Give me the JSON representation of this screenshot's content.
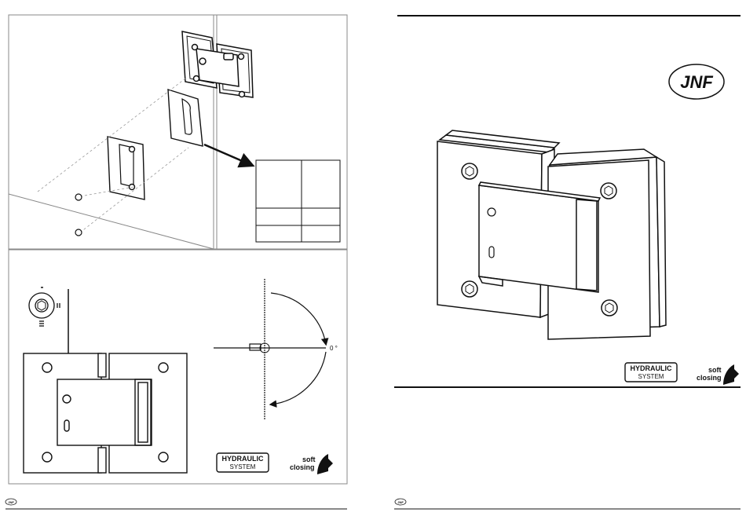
{
  "brand": {
    "logo_text": "JNF"
  },
  "badges": {
    "hydraulic_title": "HYDRAULIC",
    "hydraulic_sub": "SYSTEM",
    "soft_line1": "soft",
    "soft_line2": "closing"
  },
  "rotation_diagram": {
    "zero_label": "0 °"
  },
  "spec_table": {
    "rows": 3,
    "cols": 2,
    "cells": []
  },
  "colors": {
    "line": "#111111",
    "panel_border": "#888888",
    "background": "#ffffff"
  }
}
